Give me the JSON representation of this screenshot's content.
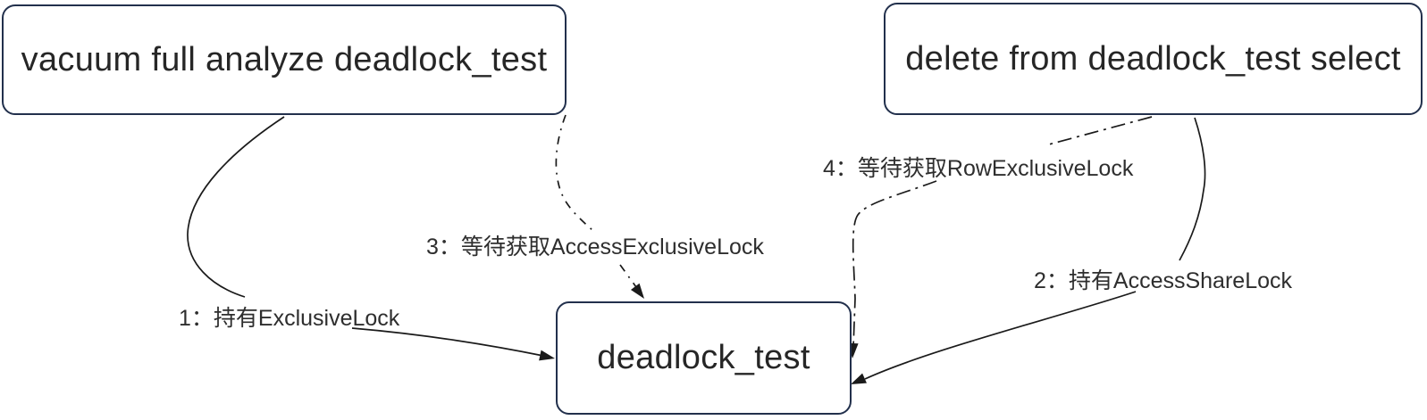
{
  "diagram": {
    "background_color": "#ffffff",
    "node_border_color": "#22304c",
    "line_color": "#1a1a1a",
    "text_color": "#262626",
    "nodes": {
      "vacuum": {
        "label": "vacuum full analyze deadlock_test"
      },
      "delete": {
        "label": "delete from deadlock_test select"
      },
      "deadlock": {
        "label": "deadlock_test"
      }
    },
    "edges": [
      {
        "id": "1",
        "label": "1：持有ExclusiveLock",
        "style": "solid",
        "from": "vacuum",
        "to": "deadlock"
      },
      {
        "id": "2",
        "label": "2：持有AccessShareLock",
        "style": "solid",
        "from": "delete",
        "to": "deadlock"
      },
      {
        "id": "3",
        "label": "3：等待获取AccessExclusiveLock",
        "style": "dash-dot",
        "from": "vacuum",
        "to": "deadlock"
      },
      {
        "id": "4",
        "label": "4：等待获取RowExclusiveLock",
        "style": "dash-dot",
        "from": "delete",
        "to": "deadlock"
      }
    ]
  }
}
